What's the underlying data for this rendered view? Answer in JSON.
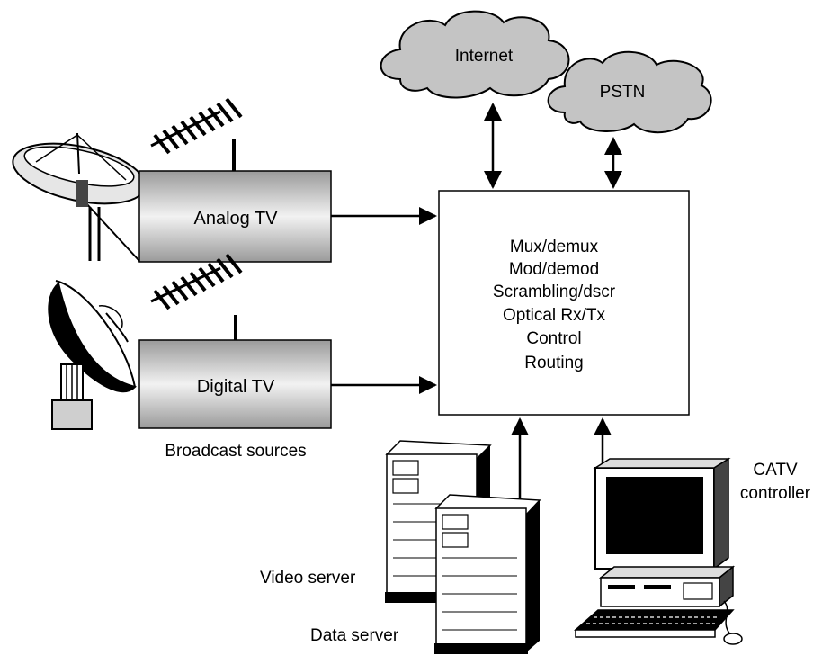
{
  "clouds": {
    "internet": "Internet",
    "pstn": "PSTN"
  },
  "encoders": {
    "analog": "Analog TV",
    "digital": "Digital TV"
  },
  "sources_label": "Broadcast sources",
  "headend": {
    "functions": [
      "Mux/demux",
      "Mod/demod",
      "Scrambling/dscr",
      "Optical Rx/Tx",
      "Control",
      "Routing"
    ]
  },
  "servers": {
    "video": "Video server",
    "data": "Data server"
  },
  "controller": {
    "line1": "CATV",
    "line2": "controller"
  },
  "colors": {
    "box_gradient_light": "#f2f2f2",
    "box_gradient_dark": "#9a9a9a",
    "ink": "#000000"
  }
}
